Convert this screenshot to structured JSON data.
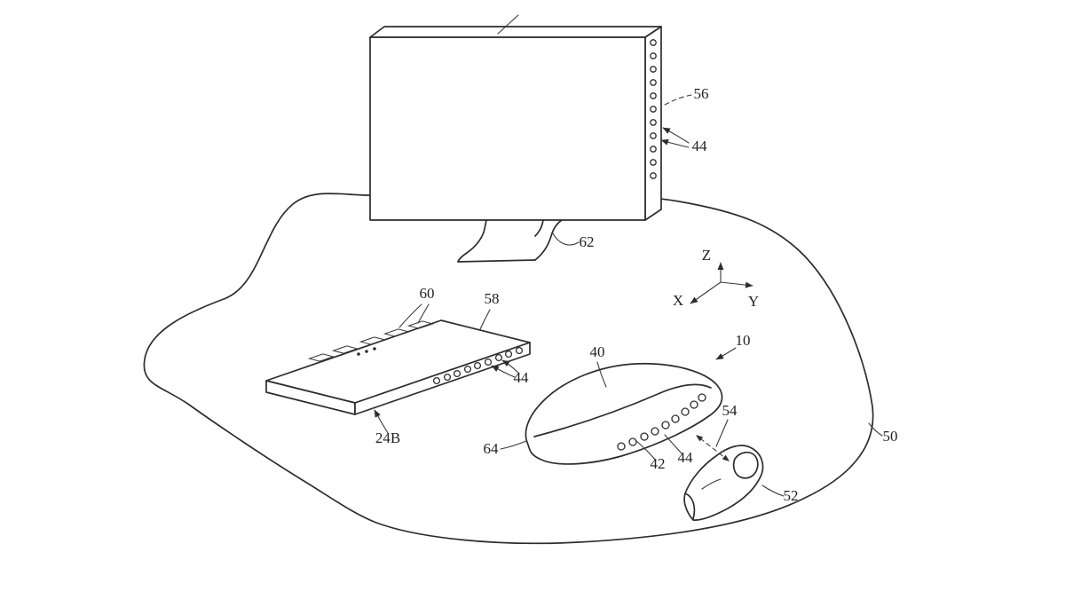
{
  "figure": {
    "kind": "patent-line-drawing",
    "background_color": "#ffffff",
    "line_color": "#2d2d2d",
    "sensor_dots": {
      "monitor": 11,
      "keyboard": 9,
      "device": 9
    },
    "labels": {
      "monitor_ref": "56",
      "monitor_sensors_ref": "44",
      "stand_ref": "62",
      "keys_ref": "60",
      "keyboard_edge_ref": "58",
      "keyboard_sensors_ref": "44",
      "keyboard_ref": "24B",
      "device_body_ref": "40",
      "device_ref": "10",
      "device_side_ref": "64",
      "device_sensor_ref": "42",
      "device_sensors_ref": "44",
      "gesture_arrow_ref": "54",
      "finger_ref": "52",
      "surface_ref": "50"
    },
    "axes": {
      "x": "X",
      "y": "Y",
      "z": "Z"
    }
  }
}
